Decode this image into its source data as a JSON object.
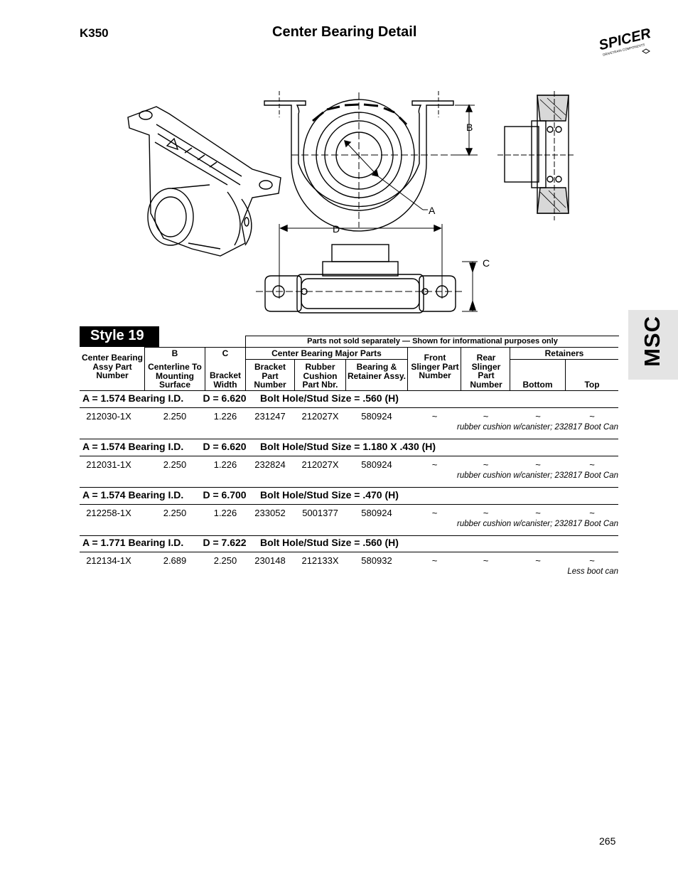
{
  "header": {
    "code": "K350",
    "title": "Center Bearing Detail",
    "brand": "SPICER",
    "brand_tagline": "DRIVETRAIN COMPONENTS"
  },
  "side_tab": "MSC",
  "figure_labels": {
    "a": "A",
    "b": "B",
    "c": "C",
    "d": "D"
  },
  "style_label": "Style 19",
  "parts_note": "Parts not sold separately — Shown for informational purposes only",
  "columns": {
    "assy": "Center Bearing Assy Part Number",
    "b_letter": "B",
    "b_desc": "Centerline To Mounting Surface",
    "c_letter": "C",
    "c_desc": "Bracket Width",
    "major_parts": "Center Bearing Major Parts",
    "bracket": "Bracket Part Number",
    "cushion": "Rubber Cushion Part Nbr.",
    "bearing": "Bearing & Retainer Assy.",
    "front_slinger": "Front Slinger Part Number",
    "rear_slinger": "Rear Slinger Part Number",
    "retainers": "Retainers",
    "bottom": "Bottom",
    "top": "Top"
  },
  "groups": [
    {
      "heading": "A = 1.574 Bearing I.D.       D = 6.620     Bolt Hole/Stud Size = .560 (H)",
      "row": {
        "assy": "212030-1X",
        "b": "2.250",
        "c": "1.226",
        "bracket": "231247",
        "cushion": "212027X",
        "bearing": "580924",
        "front": "~",
        "rear": "~",
        "bottom": "~",
        "top": "~"
      },
      "note": "rubber cushion w/canister; 232817 Boot Can"
    },
    {
      "heading": "A = 1.574 Bearing I.D.       D = 6.620     Bolt Hole/Stud Size = 1.180 X .430 (H)",
      "row": {
        "assy": "212031-1X",
        "b": "2.250",
        "c": "1.226",
        "bracket": "232824",
        "cushion": "212027X",
        "bearing": "580924",
        "front": "~",
        "rear": "~",
        "bottom": "~",
        "top": "~"
      },
      "note": "rubber cushion w/canister; 232817 Boot Can"
    },
    {
      "heading": "A = 1.574 Bearing I.D.       D = 6.700     Bolt Hole/Stud Size = .470 (H)",
      "row": {
        "assy": "212258-1X",
        "b": "2.250",
        "c": "1.226",
        "bracket": "233052",
        "cushion": "5001377",
        "bearing": "580924",
        "front": "~",
        "rear": "~",
        "bottom": "~",
        "top": "~"
      },
      "note": "rubber cushion w/canister; 232817 Boot Can"
    },
    {
      "heading": "A = 1.771 Bearing I.D.       D = 7.622     Bolt Hole/Stud Size = .560 (H)",
      "row": {
        "assy": "212134-1X",
        "b": "2.689",
        "c": "2.250",
        "bracket": "230148",
        "cushion": "212133X",
        "bearing": "580932",
        "front": "~",
        "rear": "~",
        "bottom": "~",
        "top": "~"
      },
      "note": "Less boot can"
    }
  ],
  "page_number": "265"
}
